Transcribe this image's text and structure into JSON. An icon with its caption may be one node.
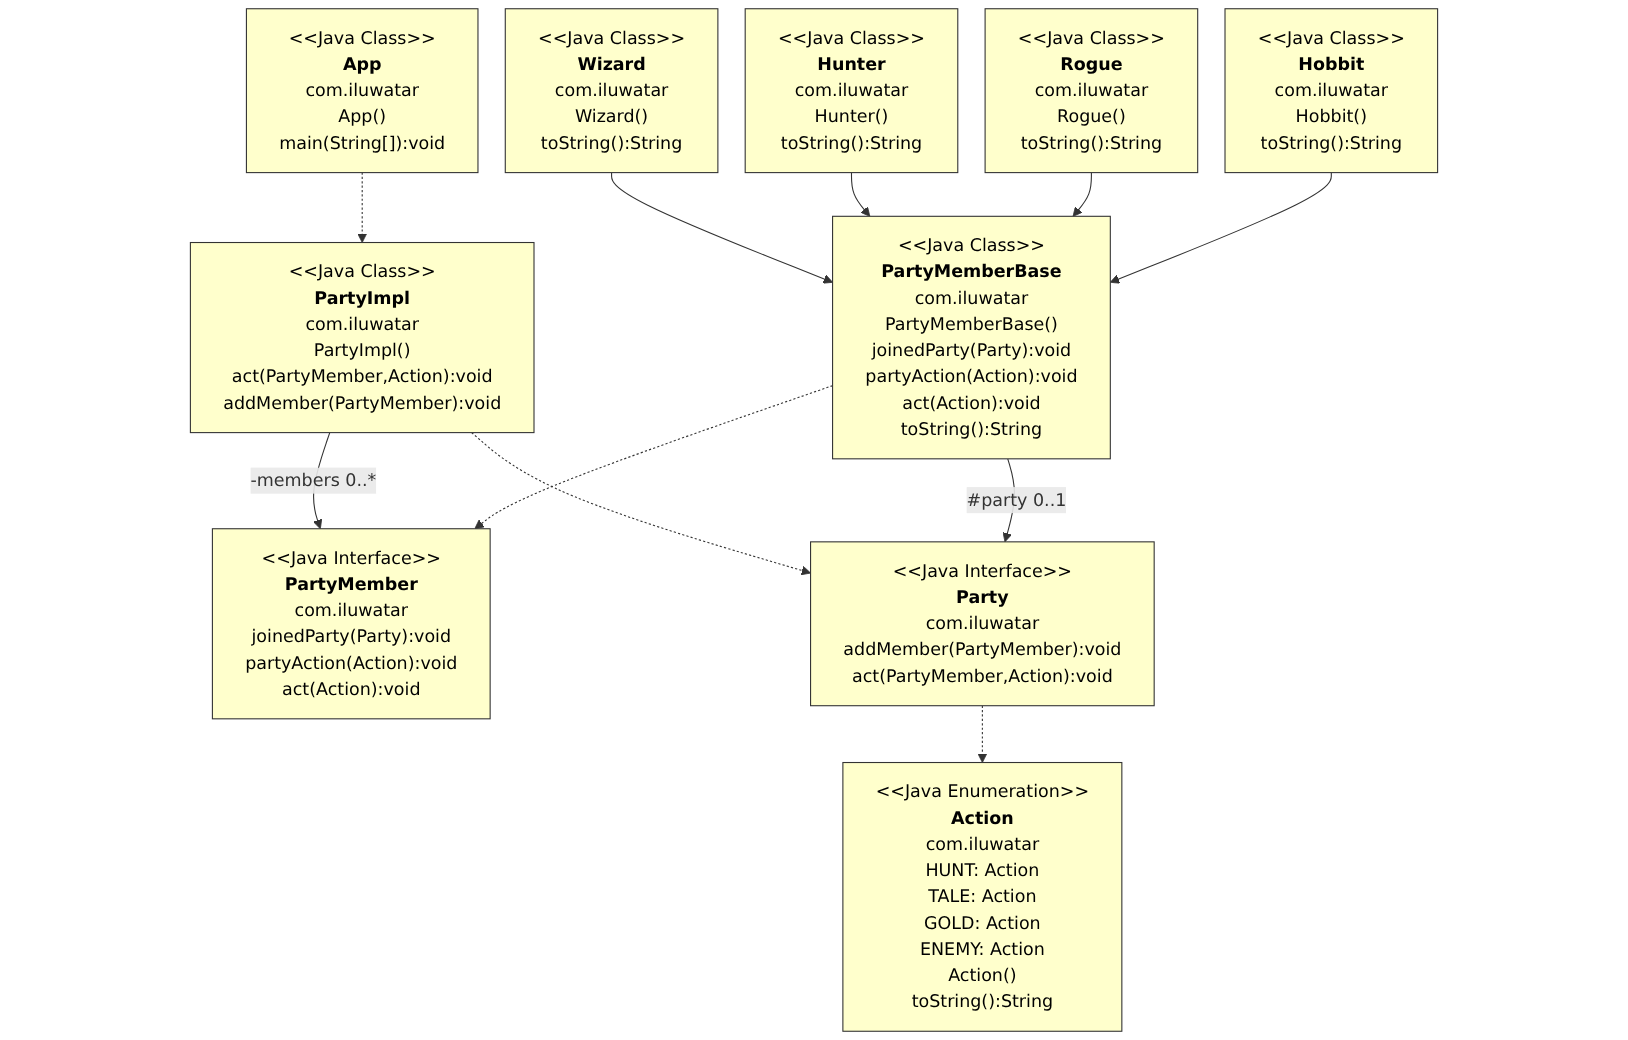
{
  "diagram": {
    "nodes": [
      {
        "text": [
          "<<Java Class>>",
          "App",
          "com.iluwatar",
          "App()",
          "main(String[]):void"
        ]
      },
      {
        "text": [
          "<<Java Class>>",
          "PartyImpl",
          "com.iluwatar",
          "PartyImpl()",
          "act(PartyMember,Action):void",
          "addMember(PartyMember):void"
        ]
      },
      {
        "text": [
          "<<Java Interface>>",
          "PartyMember",
          "com.iluwatar",
          "joinedParty(Party):void",
          "partyAction(Action):void",
          "act(Action):void"
        ]
      },
      {
        "text": [
          "<<Java Class>>",
          "PartyMemberBase",
          "com.iluwatar",
          "PartyMemberBase()",
          "joinedParty(Party):void",
          "partyAction(Action):void",
          "act(Action):void",
          "toString():String"
        ]
      },
      {
        "text": [
          "<<Java Interface>>",
          "Party",
          "com.iluwatar",
          "addMember(PartyMember):void",
          "act(PartyMember,Action):void"
        ]
      },
      {
        "text": [
          "<<Java Class>>",
          "Wizard",
          "com.iluwatar",
          "Wizard()",
          "toString():String"
        ]
      },
      {
        "text": [
          "<<Java Enumeration>>",
          "Action",
          "com.iluwatar",
          "HUNT: Action",
          "TALE: Action",
          "GOLD: Action",
          "ENEMY: Action",
          "Action()",
          "toString():String"
        ]
      },
      {
        "text": [
          "<<Java Class>>",
          "Hunter",
          "com.iluwatar",
          "Hunter()",
          "toString():String"
        ]
      },
      {
        "text": [
          "<<Java Class>>",
          "Rogue",
          "com.iluwatar",
          "Rogue()",
          "toString():String"
        ]
      },
      {
        "text": [
          "<<Java Class>>",
          "Hobbit",
          "com.iluwatar",
          "Hobbit()",
          "toString():String"
        ]
      }
    ],
    "edges": [
      {
        "from": 0,
        "to": 1,
        "arrow": "to",
        "style": "dashed"
      },
      {
        "from": 1,
        "to": 2,
        "arrow": "to",
        "label": "-members 0..*"
      },
      {
        "from": 1,
        "to": 4,
        "arrow": "to",
        "style": "dashed"
      },
      {
        "from": 3,
        "to": 2,
        "arrow": "to",
        "style": "dashed"
      },
      {
        "from": 3,
        "to": 4,
        "arrow": "to",
        "label": "#party 0..1"
      },
      {
        "from": 4,
        "to": 6,
        "arrow": "to",
        "style": "dashed"
      },
      {
        "from": 5,
        "to": 3,
        "arrow": "to"
      },
      {
        "from": 7,
        "to": 3,
        "arrow": "to"
      },
      {
        "from": 8,
        "to": 3,
        "arrow": "to"
      },
      {
        "from": 9,
        "to": 3,
        "arrow": "to"
      }
    ]
  }
}
